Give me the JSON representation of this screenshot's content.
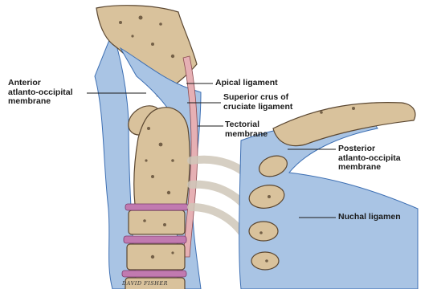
{
  "labels": {
    "anterior_atlanto_occipital": [
      "Anterior",
      "atlanto-occipital",
      "membrane"
    ],
    "apical_ligament": [
      "Apical ligament"
    ],
    "superior_crus": [
      "Superior crus of",
      "cruciate ligament"
    ],
    "tectorial_membrane": [
      "Tectorial",
      "membrane"
    ],
    "posterior_atlanto_occipital": [
      "Posterior",
      "atlanto-occipita",
      "membrane"
    ],
    "nuchal_ligament": [
      "Nuchal ligamen"
    ]
  },
  "signature": "DAVID FISHER",
  "colors": {
    "bone": "#d9c29c",
    "bone_dark": "#b89a6c",
    "ligament": "#a9c4e4",
    "ligament_line": "#3d6fb3",
    "disc": "#c17ab0",
    "pink_ligament": "#e6b0b4",
    "nerve": "#d8d2c8"
  }
}
